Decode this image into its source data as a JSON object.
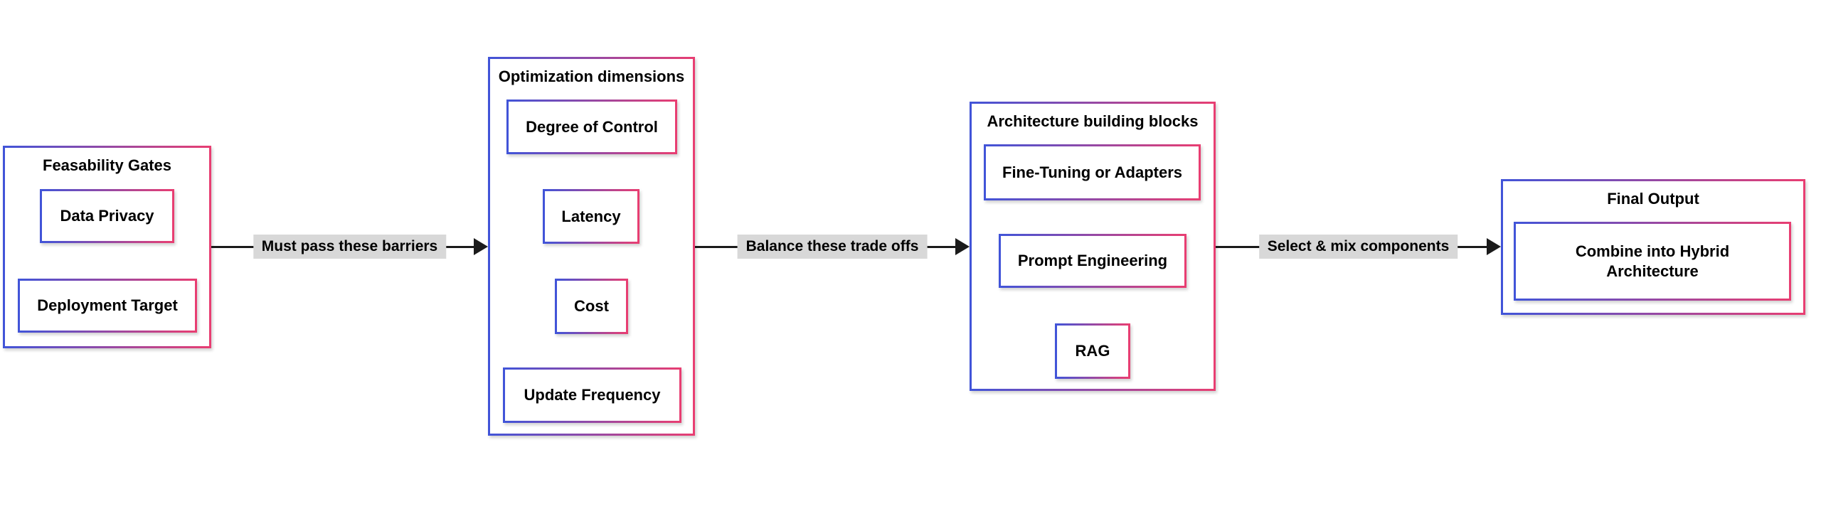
{
  "diagram": {
    "background": "#ffffff",
    "border_gradient": {
      "left": "#4154d8",
      "right": "#e83e72"
    },
    "arrow_color": "#1b1b1b",
    "arrow_label_background": "#d8d8d8",
    "text_color": "#000000",
    "groups": [
      {
        "title": "Feasability Gates",
        "items": [
          "Data Privacy",
          "Deployment Target"
        ]
      },
      {
        "title": "Optimization dimensions",
        "items": [
          "Degree of Control",
          "Latency",
          "Cost",
          "Update Frequency"
        ]
      },
      {
        "title": "Architecture building blocks",
        "items": [
          "Fine-Tuning or Adapters",
          "Prompt Engineering",
          "RAG"
        ]
      },
      {
        "title": "Final Output",
        "items": [
          "Combine into Hybrid Architecture"
        ]
      }
    ],
    "arrows": [
      {
        "label": "Must pass these barriers"
      },
      {
        "label": "Balance these trade offs"
      },
      {
        "label": "Select & mix components"
      }
    ]
  }
}
